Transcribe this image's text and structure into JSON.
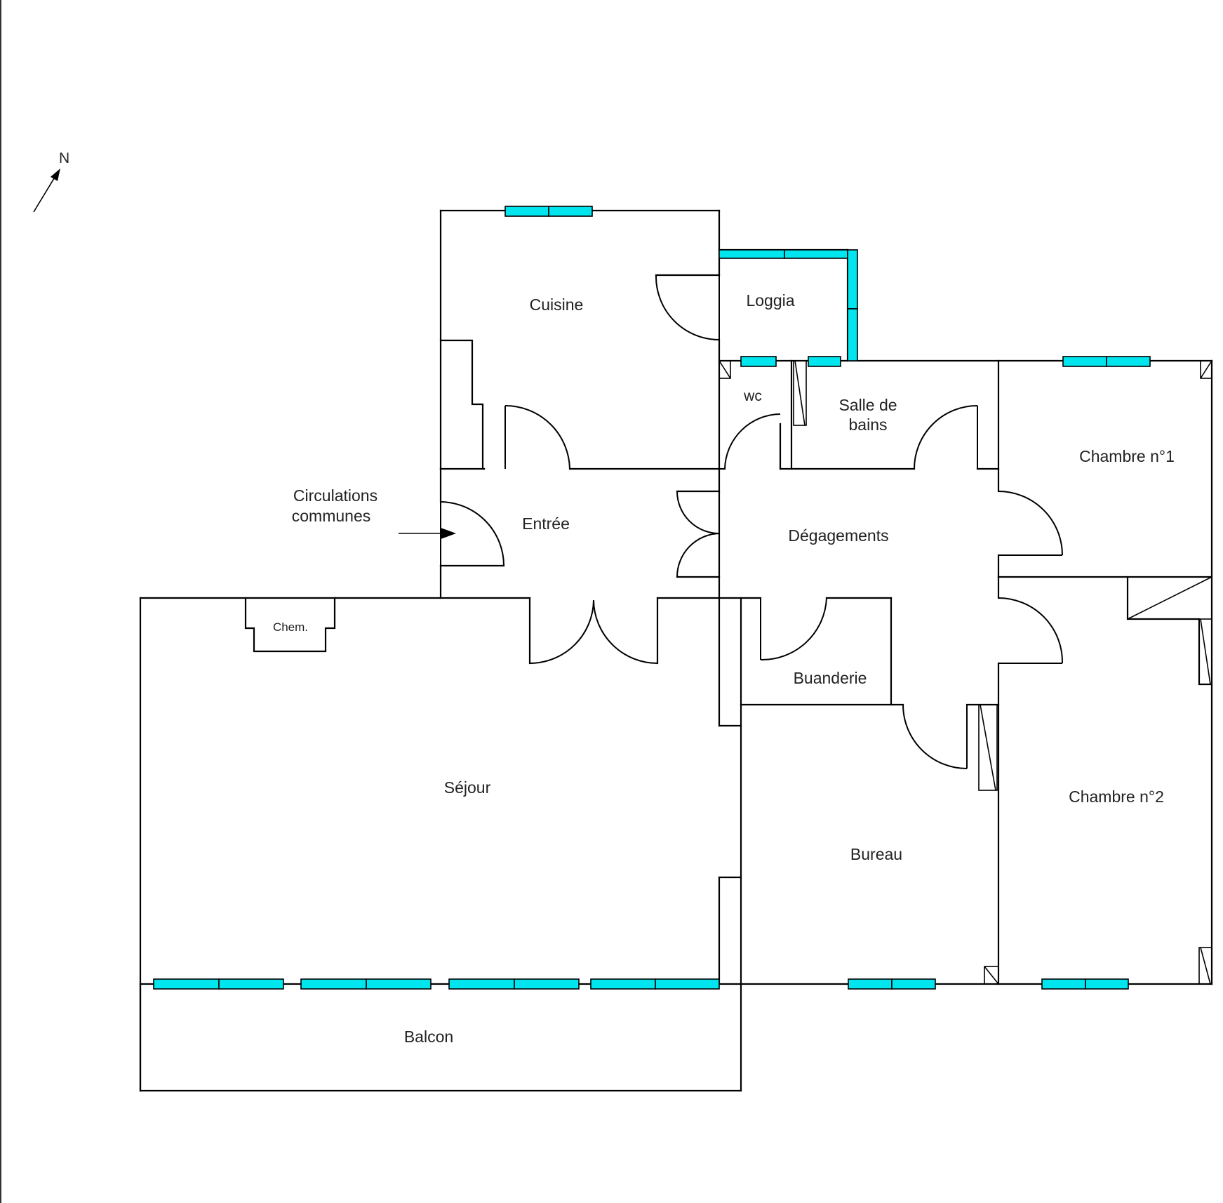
{
  "compass": {
    "label": "N",
    "icon": "north-arrow-icon"
  },
  "rooms": {
    "cuisine": "Cuisine",
    "loggia": "Loggia",
    "wc": "wc",
    "salle_de_bains_line1": "Salle de",
    "salle_de_bains_line2": "bains",
    "chambre1": "Chambre n°1",
    "entree": "Entrée",
    "degagements": "Dégagements",
    "chem": "Chem.",
    "buanderie": "Buanderie",
    "sejour": "Séjour",
    "bureau": "Bureau",
    "chambre2": "Chambre n°2",
    "balcon": "Balcon"
  },
  "annotations": {
    "circulations_line1": "Circulations",
    "circulations_line2": "communes"
  },
  "colors": {
    "window": "#00e5ee",
    "wall": "#000000"
  }
}
